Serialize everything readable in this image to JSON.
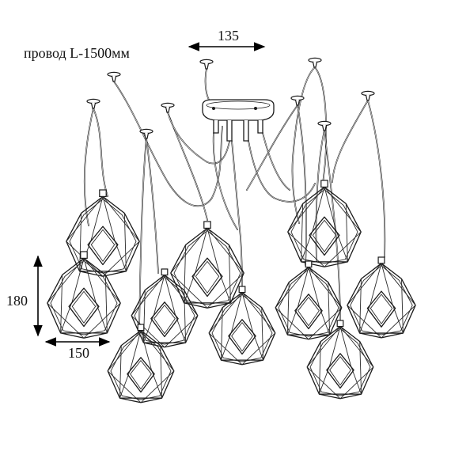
{
  "annotations": {
    "cable_note": "провод L-1500мм",
    "canopy_width": "135",
    "shade_height": "180",
    "shade_width": "150"
  },
  "colors": {
    "line": "#1a1a1a",
    "background": "#ffffff"
  }
}
